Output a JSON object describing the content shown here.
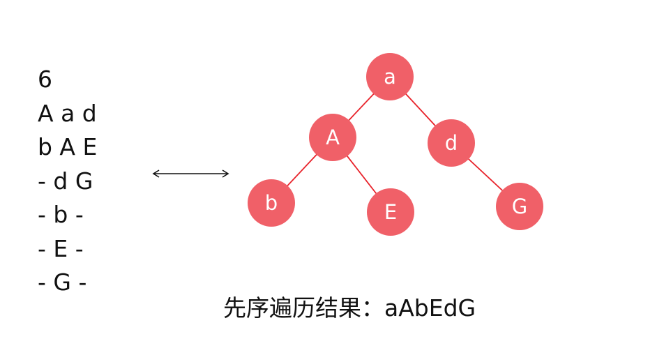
{
  "input_lines": [
    "6",
    "A a d",
    "b A E",
    "- d G",
    "- b -",
    "- E -",
    "- G -"
  ],
  "tree": {
    "node_color": "#f06068",
    "edge_color": "#e8222a",
    "node_text_color": "#ffffff",
    "nodes": [
      {
        "id": "a",
        "label": "a"
      },
      {
        "id": "A",
        "label": "A"
      },
      {
        "id": "d",
        "label": "d"
      },
      {
        "id": "b",
        "label": "b"
      },
      {
        "id": "E",
        "label": "E"
      },
      {
        "id": "G",
        "label": "G"
      }
    ],
    "edges": [
      [
        "a",
        "A"
      ],
      [
        "a",
        "d"
      ],
      [
        "A",
        "b"
      ],
      [
        "A",
        "E"
      ],
      [
        "d",
        "G"
      ]
    ]
  },
  "result": {
    "label": "先序遍历结果：",
    "value": "aAbEdG"
  }
}
